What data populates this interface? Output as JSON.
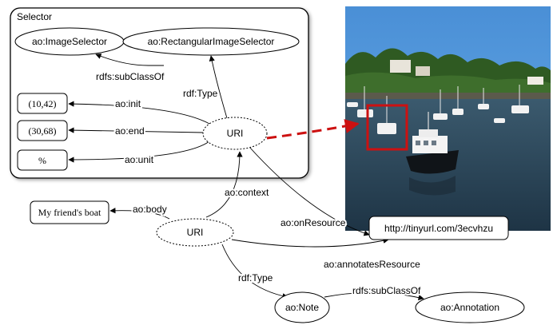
{
  "selector_box": {
    "title": "Selector"
  },
  "nodes": {
    "image_selector": "ao:ImageSelector",
    "rect_image_selector": "ao:RectangularImageSelector",
    "init_value": "(10,42)",
    "end_value": "(30,68)",
    "unit_value": "%",
    "uri_selector": "URI",
    "uri_annotation": "URI",
    "body_value": "My friend's boat",
    "resource_url": "http://tinyurl.com/3ecvhzu",
    "note": "ao:Note",
    "annotation": "ao:Annotation"
  },
  "edges": {
    "subclass_top": "rdfs:subClassOf",
    "type_top": "rdf:Type",
    "init": "ao:init",
    "end": "ao:end",
    "unit": "ao:unit",
    "context": "ao:context",
    "body": "ao:body",
    "on_resource": "ao:onResource",
    "annotates_resource": "ao:annotatesResource",
    "type_bottom": "rdf:Type",
    "subclass_bottom": "rdfs:subClassOf"
  },
  "photo": {
    "description_icon": "harbor-boats-photo",
    "highlight_color": "#cc1111"
  },
  "colors": {
    "arrow_dashed_red": "#cc1111",
    "stroke": "#000000"
  }
}
